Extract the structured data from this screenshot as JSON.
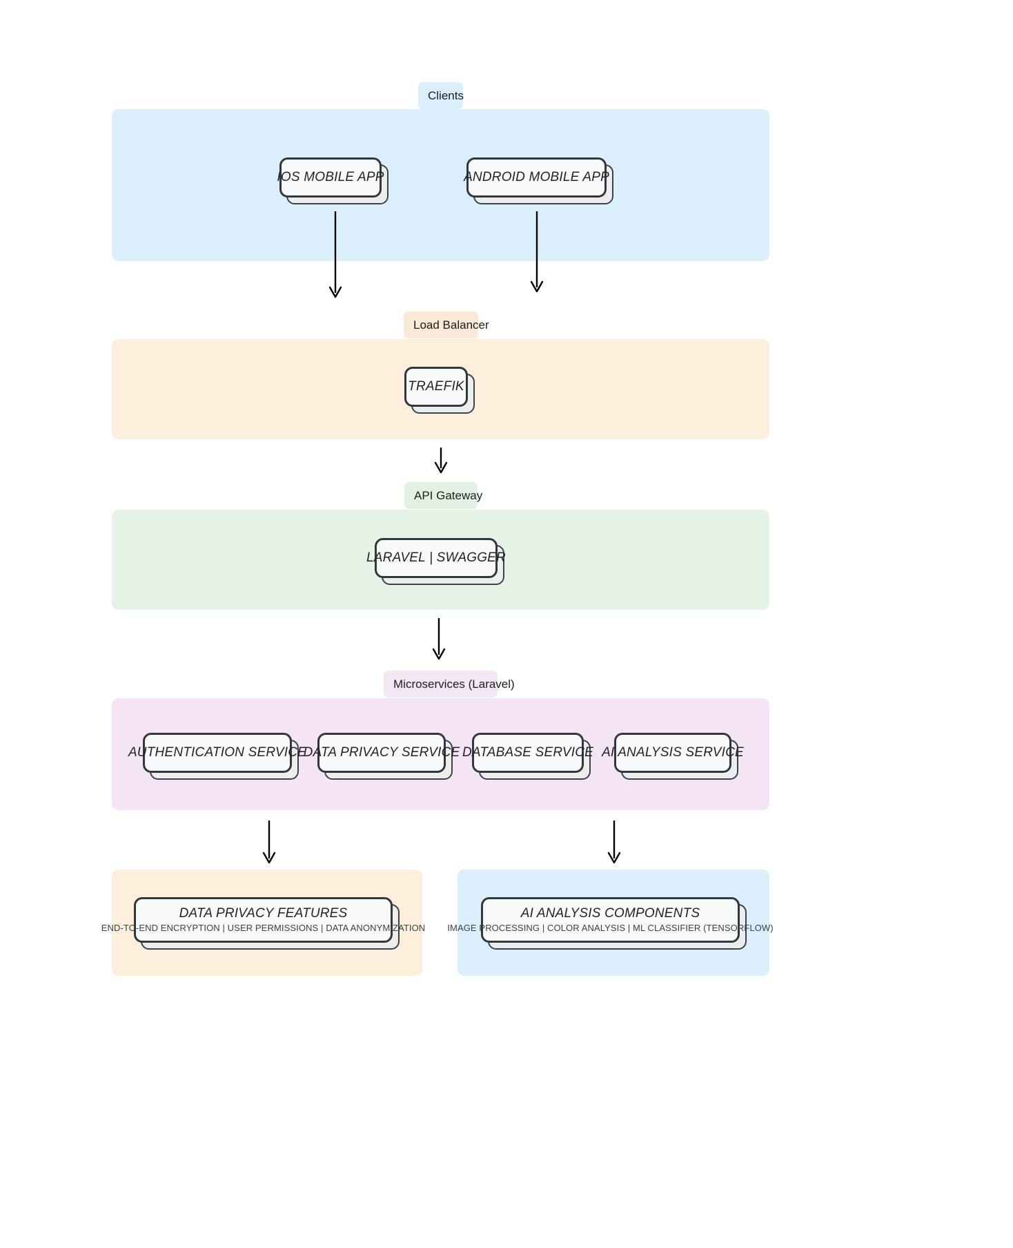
{
  "diagram": {
    "type": "architecture-flowchart",
    "orientation": "top-to-bottom",
    "background": "#ffffff"
  },
  "groups": [
    {
      "id": "clients",
      "label": "Clients",
      "fill": "#dbeefc",
      "badge_fill": "#dbeefc",
      "nodes": [
        {
          "id": "ios",
          "title": "IOS MOBILE APP"
        },
        {
          "id": "android",
          "title": "ANDROID MOBILE APP"
        }
      ]
    },
    {
      "id": "load-balancer",
      "label": "Load Balancer",
      "fill": "#fdeedc",
      "badge_fill": "#fbe9d7",
      "nodes": [
        {
          "id": "traefik",
          "title": "TRAEFIK"
        }
      ]
    },
    {
      "id": "api-gateway",
      "label": "API Gateway",
      "fill": "#e5f3e6",
      "badge_fill": "#e2f1e4",
      "nodes": [
        {
          "id": "laravel-swagger",
          "title": "LARAVEL | SWAGGER"
        }
      ]
    },
    {
      "id": "microservices",
      "label": "Microservices (Laravel)",
      "fill": "#f4e4f5",
      "badge_fill": "#f5e6f6",
      "nodes": [
        {
          "id": "auth-service",
          "title": "AUTHENTICATION SERVICE"
        },
        {
          "id": "data-privacy-service",
          "title": "DATA PRIVACY SERVICE"
        },
        {
          "id": "database-service",
          "title": "DATABASE SERVICE"
        },
        {
          "id": "ai-analysis-service",
          "title": "AI ANALYSIS SERVICE"
        }
      ]
    },
    {
      "id": "data-privacy-group",
      "label": "",
      "fill": "#fdeedc",
      "badge_fill": "",
      "nodes": [
        {
          "id": "data-privacy-features",
          "title": "DATA PRIVACY FEATURES",
          "subtitle": "END-TO-END ENCRYPTION | USER PERMISSIONS | DATA ANONYMIZATION"
        }
      ]
    },
    {
      "id": "ai-analysis-group",
      "label": "",
      "fill": "#dbeefc",
      "badge_fill": "",
      "nodes": [
        {
          "id": "ai-analysis-components",
          "title": "AI ANALYSIS COMPONENTS",
          "subtitle": "IMAGE PROCESSING | COLOR ANALYSIS | ML CLASSIFIER (TENSORFLOW)"
        }
      ]
    }
  ],
  "nodes": {
    "ios": {
      "title": "IOS MOBILE APP"
    },
    "android": {
      "title": "ANDROID MOBILE APP"
    },
    "traefik": {
      "title": "TRAEFIK"
    },
    "laravel_swagger": {
      "title": "LARAVEL | SWAGGER"
    },
    "auth_service": {
      "title": "AUTHENTICATION SERVICE"
    },
    "data_privacy_service": {
      "title": "DATA PRIVACY SERVICE"
    },
    "database_service": {
      "title": "DATABASE SERVICE"
    },
    "ai_analysis_service": {
      "title": "AI ANALYSIS SERVICE"
    },
    "data_privacy_features": {
      "title": "DATA PRIVACY FEATURES",
      "subtitle": "END-TO-END ENCRYPTION | USER PERMISSIONS | DATA ANONYMIZATION"
    },
    "ai_analysis_components": {
      "title": "AI ANALYSIS COMPONENTS",
      "subtitle": "IMAGE PROCESSING | COLOR ANALYSIS | ML CLASSIFIER (TENSORFLOW)"
    }
  },
  "labels": {
    "clients": "Clients",
    "load_balancer": "Load Balancer",
    "api_gateway": "API Gateway",
    "microservices": "Microservices (Laravel)"
  },
  "edges": [
    {
      "from": "ios",
      "to": "traefik"
    },
    {
      "from": "android",
      "to": "traefik"
    },
    {
      "from": "traefik",
      "to": "laravel_swagger"
    },
    {
      "from": "laravel_swagger",
      "to": "microservices"
    },
    {
      "from": "data_privacy_service",
      "to": "data_privacy_features"
    },
    {
      "from": "ai_analysis_service",
      "to": "ai_analysis_components"
    }
  ],
  "colors": {
    "clients_fill": "#dbeefc",
    "load_balancer_fill": "#fdeedc",
    "api_gateway_fill": "#e5f3e6",
    "microservices_fill": "#f4e4f5",
    "node_border": "#30373d",
    "node_fill": "#f8f9f9",
    "node_shadow_fill": "#eceded",
    "arrow": "#000000",
    "text": "#1f2328"
  }
}
